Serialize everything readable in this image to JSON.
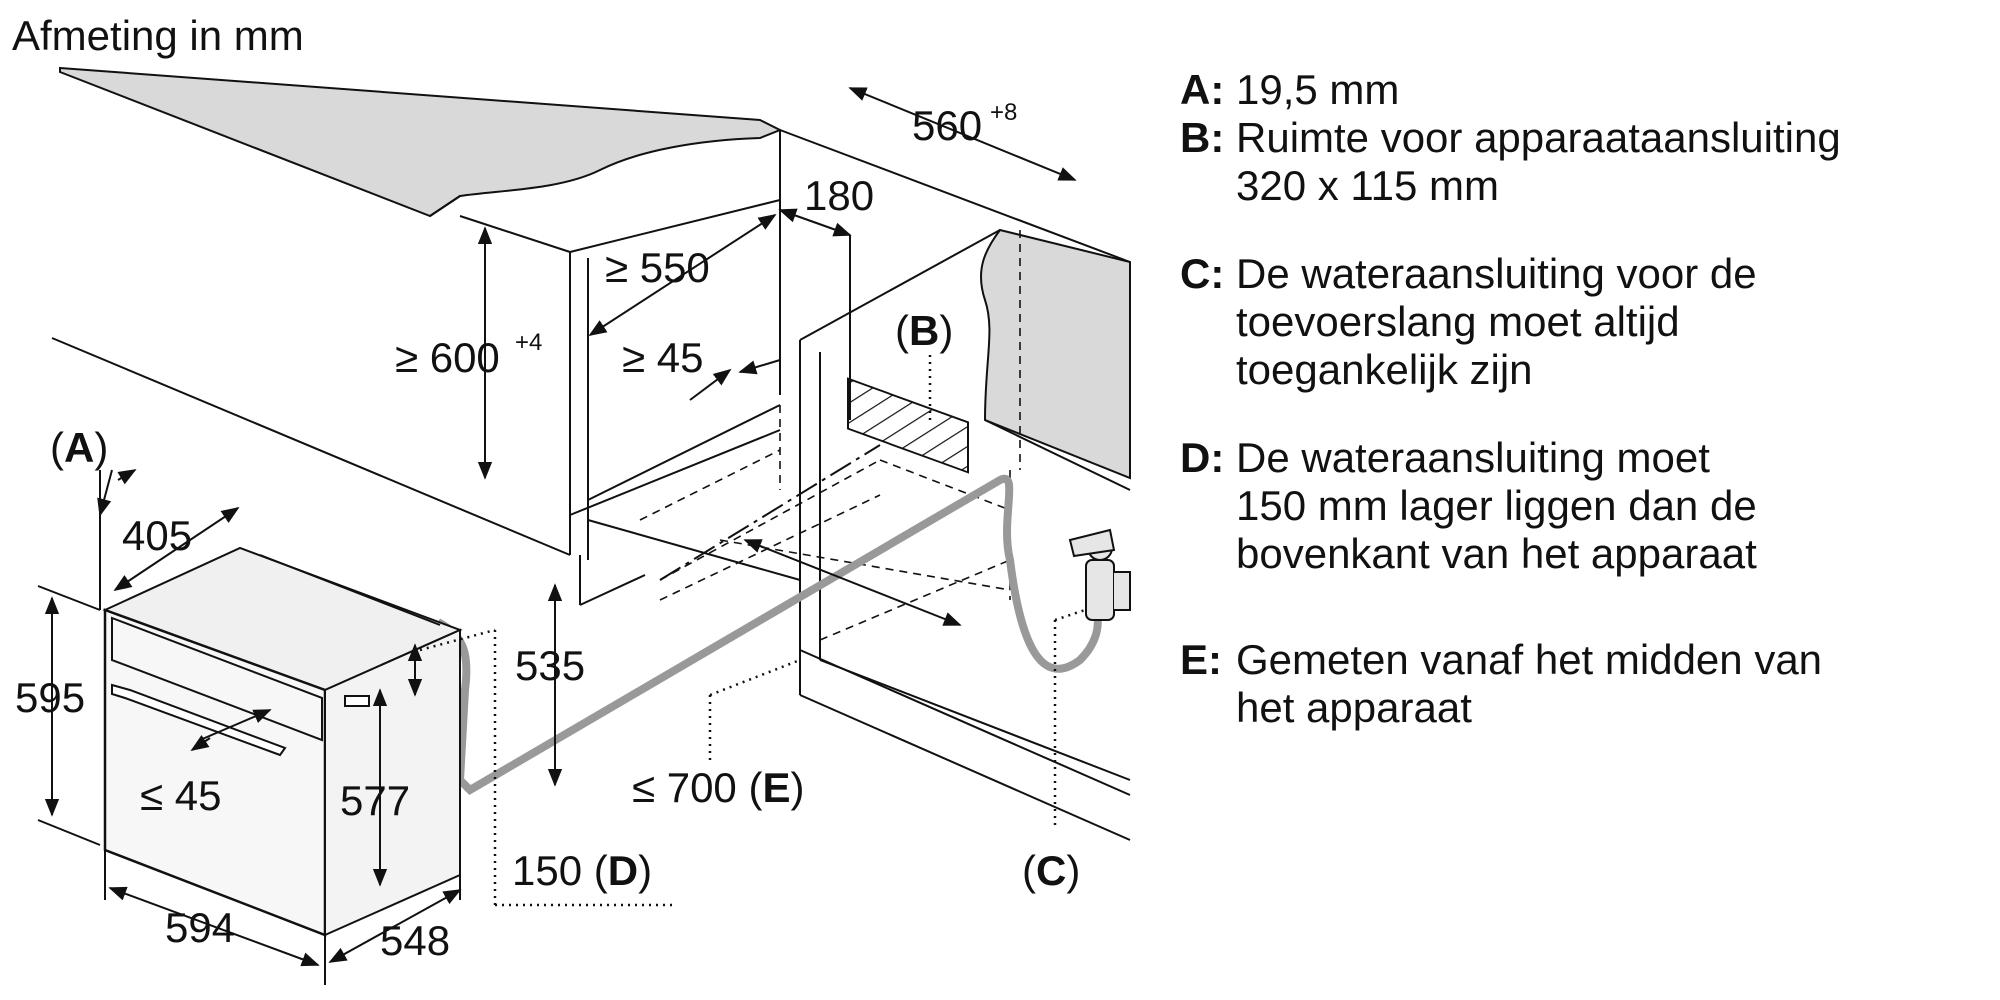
{
  "title": "Afmeting in mm",
  "labels": {
    "dim_560": "560",
    "dim_560_sup": "+8",
    "dim_180": "180",
    "dim_550": "≥ 550",
    "dim_600": "≥ 600",
    "dim_600_sup": "+4",
    "dim_45_cab": "≥ 45",
    "label_b_open": "(",
    "label_b": "B",
    "label_b_close": ")",
    "label_a_open": "(",
    "label_a": "A",
    "label_a_close": ")",
    "dim_405": "405",
    "dim_595": "595",
    "dim_45_door": "≤ 45",
    "dim_535": "535",
    "dim_577": "577",
    "dim_594": "594",
    "dim_548": "548",
    "dim_700": "≤ 700 (",
    "dim_700_e": "E",
    "dim_700_close": ")",
    "dim_150": "150 (",
    "dim_150_d": "D",
    "dim_150_close": ")",
    "label_c_open": "(",
    "label_c": "C",
    "label_c_close": ")"
  },
  "legend": [
    {
      "key": "A:",
      "text": "19,5 mm"
    },
    {
      "key": "B:",
      "text": "Ruimte voor apparaataansluiting\n320 x 115 mm"
    },
    {
      "key": "C:",
      "text": "De wateraansluiting voor de\ntoevoerslang moet altijd\ntoegankelijk zijn"
    },
    {
      "key": "D:",
      "text": "De wateraansluiting moet\n150 mm lager liggen dan de\nbovenkant van het apparaat"
    },
    {
      "key": "E:",
      "text": "Gemeten vanaf het midden van\nhet apparaat"
    }
  ]
}
